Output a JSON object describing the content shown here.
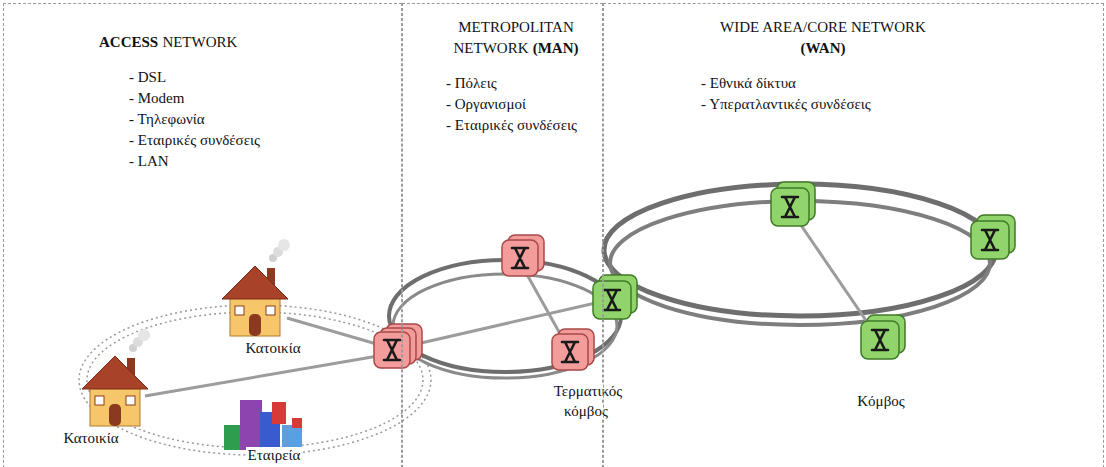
{
  "diagram": {
    "nodes": [
      {
        "text": [
          "ACCESS",
          "NETWORK",
          "- DSL",
          "- Modem",
          "- Τηλεφωνία",
          "- Εταιρικές συνδέσεις",
          "- LAN"
        ]
      },
      {
        "text": [
          "Κατοικία"
        ],
        "in": 0
      },
      {
        "text": [
          "Κατοικία"
        ],
        "in": 0
      },
      {
        "text": [
          "Εταιρεία"
        ],
        "in": 0
      },
      {
        "text": [
          "METROPOLITAN NETWORK",
          "(MAN)",
          "- Πόλεις",
          "- Οργανισμοί",
          "- Εταιρικές συνδέσεις"
        ]
      },
      {
        "text": [
          "Τερματικός κόμβος"
        ],
        "in": 4
      },
      {
        "text": [
          "WIDE AREA/CORE NETWORK",
          "(WAN)",
          "- Εθνικά δίκτυα",
          "- Υπερατλαντικές συνδέσεις"
        ]
      },
      {
        "text": [
          "Κόμβος"
        ],
        "in": 6
      }
    ]
  }
}
